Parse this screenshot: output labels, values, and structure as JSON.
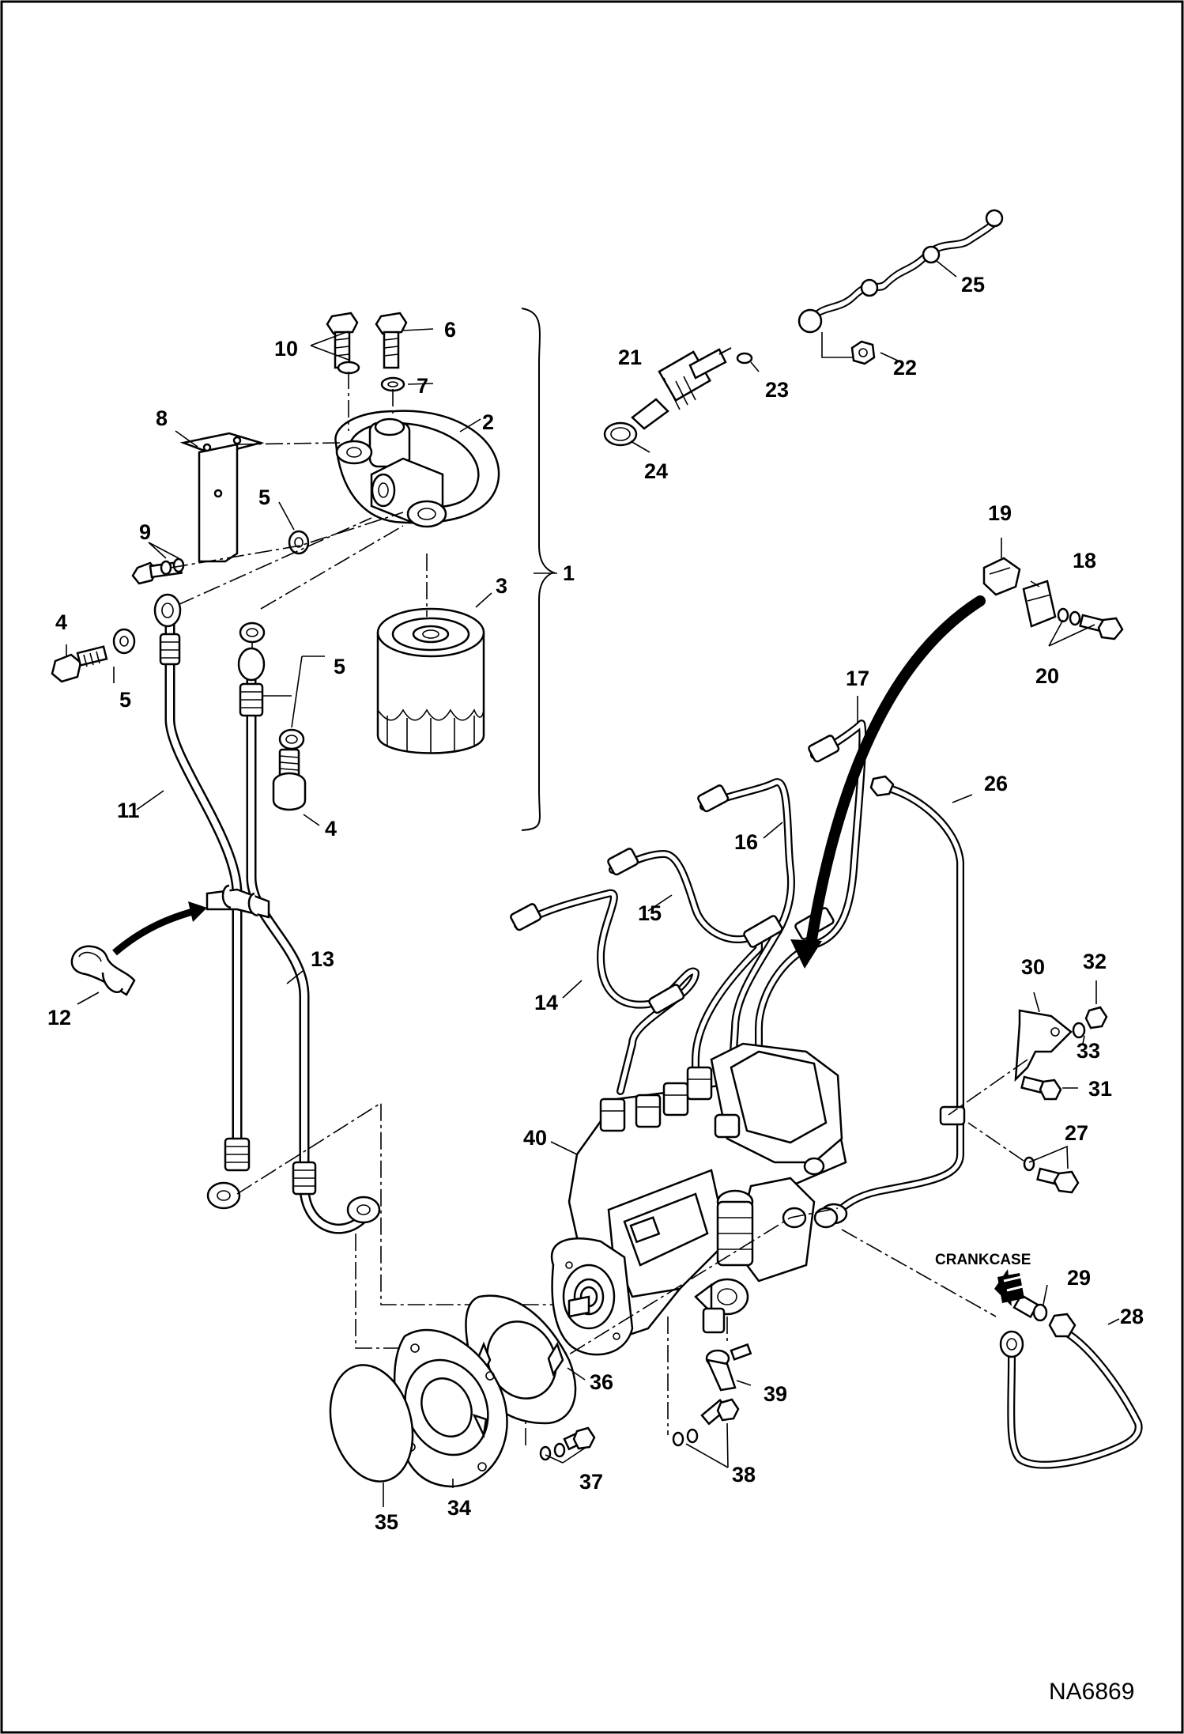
{
  "callouts": [
    "1",
    "2",
    "3",
    "4",
    "4",
    "5",
    "5",
    "5",
    "6",
    "7",
    "8",
    "9",
    "10",
    "11",
    "12",
    "13",
    "14",
    "15",
    "16",
    "17",
    "18",
    "19",
    "20",
    "21",
    "22",
    "23",
    "24",
    "25",
    "26",
    "27",
    "28",
    "29",
    "30",
    "31",
    "32",
    "33",
    "34",
    "35",
    "36",
    "37",
    "38",
    "39",
    "40"
  ],
  "annotation_crankcase": "CRANKCASE",
  "reference_number": "NA6869"
}
